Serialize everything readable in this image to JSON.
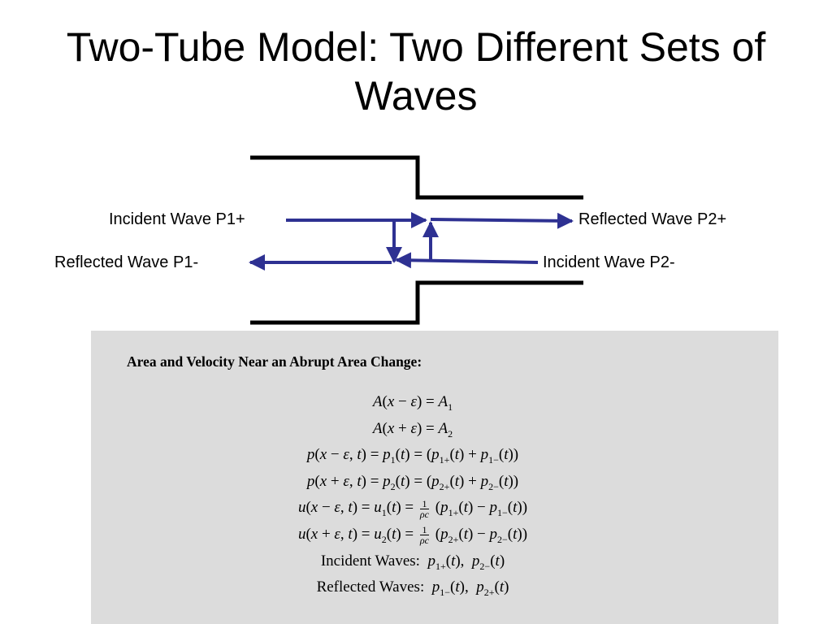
{
  "slide": {
    "title": "Two-Tube Model: Two Different Sets of Waves"
  },
  "diagram": {
    "labels": {
      "incident_p1_plus": "Incident Wave P1+",
      "reflected_p2_plus": "Reflected Wave P2+",
      "reflected_p1_minus": "Reflected Wave P1-",
      "incident_p2_minus": "Incident Wave P2-"
    },
    "colors": {
      "tube_wall": "#000000",
      "arrow": "#2e3192"
    }
  },
  "math": {
    "heading": "Area and Velocity Near an Abrupt Area Change:",
    "background": "#dcdcdc",
    "frac_num": "1",
    "frac_den": "ρc",
    "eq_incident_label": "Incident Waves:",
    "eq_reflected_label": "Reflected Waves:"
  }
}
